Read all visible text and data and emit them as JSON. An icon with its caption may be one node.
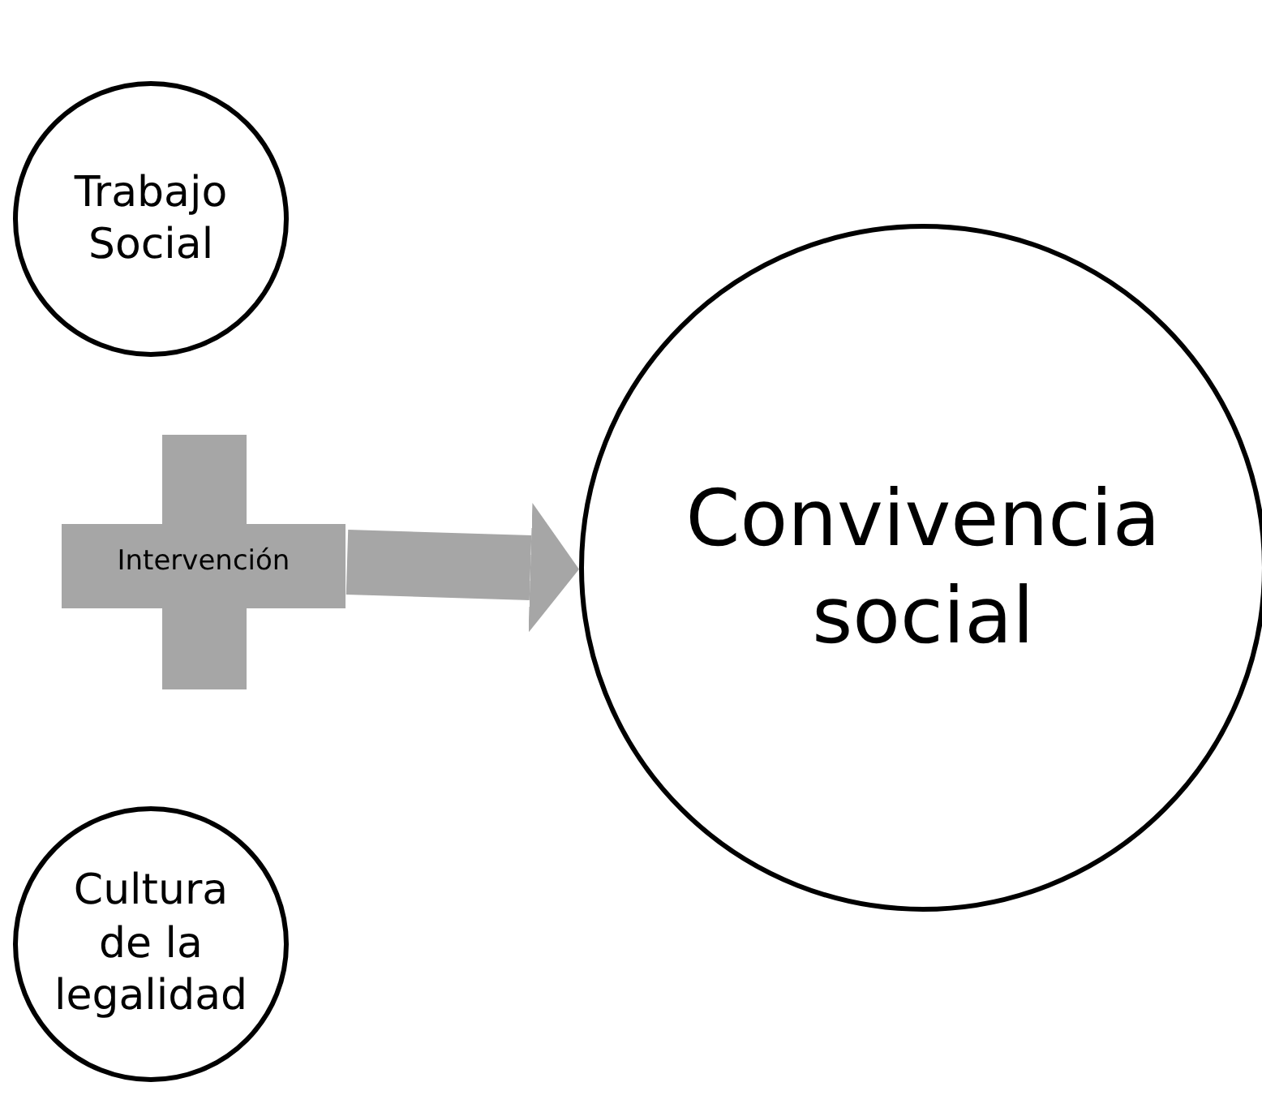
{
  "diagram": {
    "nodes": [
      {
        "text": [
          "Trabajo Social"
        ]
      },
      {
        "text": [
          "Intervención"
        ]
      },
      {
        "text": [
          "Cultura de la legalidad"
        ]
      },
      {
        "text": [
          "Convivencia social"
        ]
      }
    ],
    "edges": [
      {
        "from": 1,
        "to": 3,
        "arrow": "to"
      }
    ]
  }
}
